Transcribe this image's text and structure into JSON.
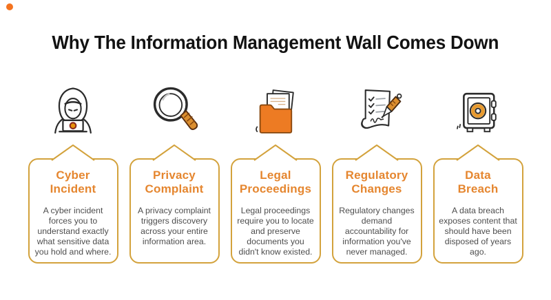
{
  "header": {
    "title": "Why The Information Management Wall Comes Down"
  },
  "decor": {
    "corner_dot_color": "#f4731f"
  },
  "colors": {
    "card_border": "#d3a23c",
    "card_title": "#e5862f",
    "body_text": "#4d4d4d",
    "icon_orange": "#ed7b23",
    "icon_stroke": "#2b2b2b"
  },
  "cards": [
    {
      "id": "cyber-incident",
      "icon": "hacker-icon",
      "title_lines": [
        "Cyber",
        "Incident"
      ],
      "body": "A cyber incident forces you to understand exactly what sensitive data you hold and where."
    },
    {
      "id": "privacy-complaint",
      "icon": "magnifier-icon",
      "title_lines": [
        "Privacy",
        "Complaint"
      ],
      "body": "A privacy complaint triggers discovery across your entire information area."
    },
    {
      "id": "legal-proceedings",
      "icon": "folder-icon",
      "title_lines": [
        "Legal",
        "Proceedings"
      ],
      "body": "Legal proceedings require you to locate and preserve documents you didn't know existed."
    },
    {
      "id": "regulatory-changes",
      "icon": "checklist-icon",
      "title_lines": [
        "Regulatory",
        "Changes"
      ],
      "body": "Regulatory changes demand accountability for information you've never managed."
    },
    {
      "id": "data-breach",
      "icon": "safe-icon",
      "title_lines": [
        "Data",
        "Breach"
      ],
      "body": "A data breach exposes content that should have been disposed of years ago."
    }
  ]
}
